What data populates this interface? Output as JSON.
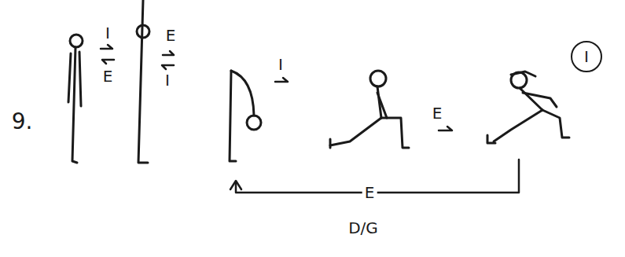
{
  "diagram": {
    "nodes": [
      {
        "text": [
          "I"
        ]
      }
    ],
    "labels": [
      "9.",
      "I",
      "E",
      "E",
      "I",
      "I",
      "E",
      "E",
      "D/G"
    ]
  }
}
